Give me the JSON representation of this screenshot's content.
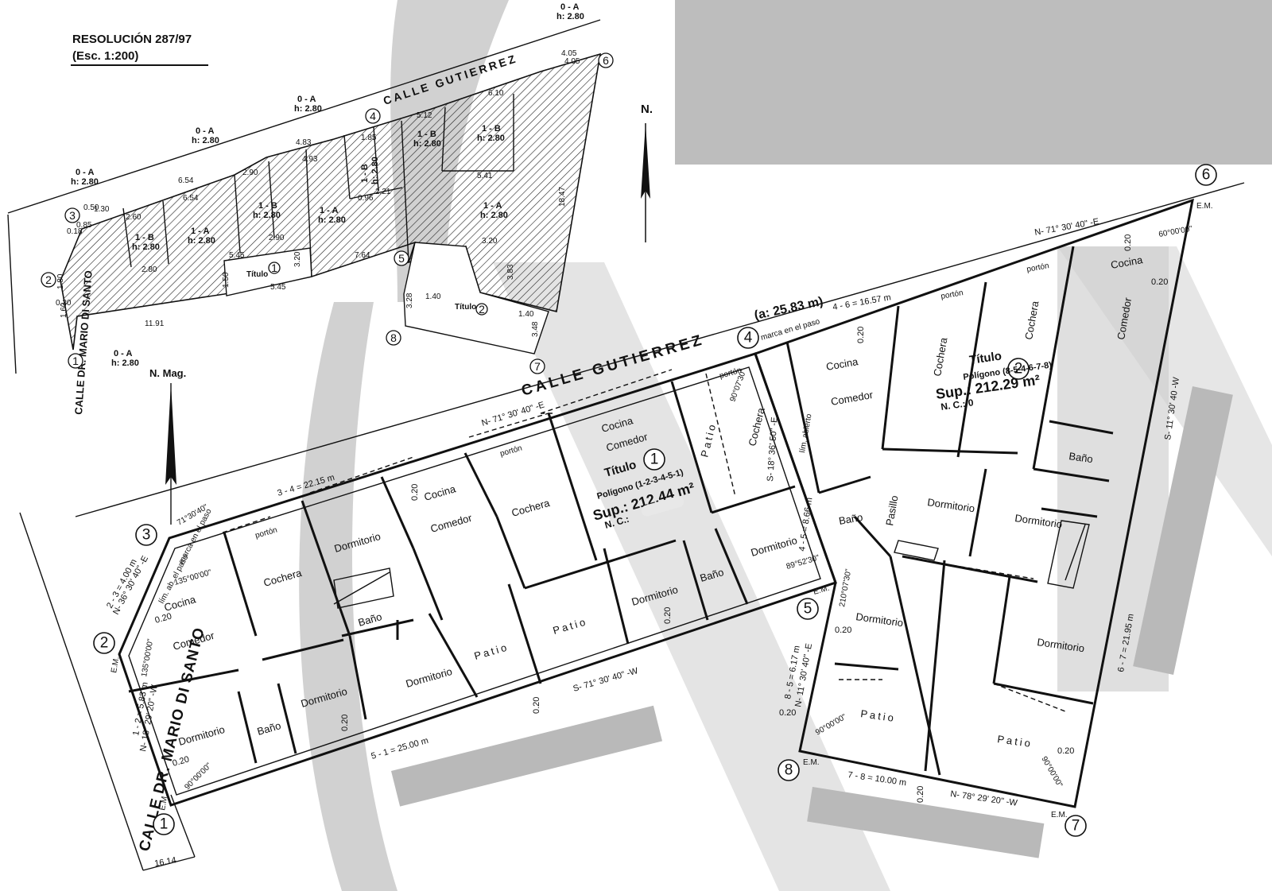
{
  "header": {
    "title": "RESOLUCIÓN  287/97",
    "scale": "(Esc. 1:200)"
  },
  "north": {
    "label": "N.",
    "mag_label": "N. Mag."
  },
  "streets": {
    "gutierrez": "CALLE   GUTIERREZ",
    "mario_di_santo": "CALLE DR. MARIO DI SANTO",
    "frontage": "(a: 25.83 m)"
  },
  "markers": [
    "1",
    "2",
    "3",
    "4",
    "5",
    "6",
    "7",
    "8"
  ],
  "small_plan": {
    "blocks": [
      {
        "label": "0 - A",
        "height": "h: 2.80"
      },
      {
        "label": "0 - A",
        "height": "h: 2.80"
      },
      {
        "label": "0 - A",
        "height": "h: 2.80"
      },
      {
        "label": "0 - A",
        "height": "h: 2.80"
      },
      {
        "label": "0 - A",
        "height": "h: 2.80"
      }
    ],
    "volumes": [
      {
        "label": "1 - B",
        "height": "h: 2.80"
      },
      {
        "label": "1 - A",
        "height": "h: 2.80"
      },
      {
        "label": "1 - B",
        "height": "h: 2.80"
      },
      {
        "label": "1 - A",
        "height": "h: 2.80"
      },
      {
        "label": "1 - B",
        "height": "h: 2.80"
      },
      {
        "label": "1 - B",
        "height": "h: 2.80"
      },
      {
        "label": "1 - B",
        "height": "h: 2.80"
      },
      {
        "label": "1 - A",
        "height": "h: 2.80"
      }
    ],
    "titulo1": "Título",
    "titulo2": "Título",
    "dims": [
      "6.54",
      "6.54",
      "2.60",
      "2.80",
      "4.93",
      "4.83",
      "3.20",
      "7.64",
      "5.45",
      "5.45",
      "11.91",
      "2.90",
      "2.90",
      "6.10",
      "5.41",
      "18.47",
      "3.20",
      "1.40",
      "1.40",
      "3.28",
      "3.48",
      "1.30",
      "0.50",
      "1.80",
      "0.30",
      "5.12",
      "2.21",
      "4.05",
      "4.05",
      "1.85",
      "0.96",
      "3.83",
      "1.50",
      "0.18",
      "0.85",
      "1.60"
    ]
  },
  "parcel1": {
    "title": "Título",
    "number": "1",
    "polygon": "Polígono (1-2-3-4-5-1)",
    "area": "Sup.: 212.44 m²",
    "nc": "N. C.:",
    "rooms": [
      "Cocina",
      "Comedor",
      "Cochera",
      "Dormitorio",
      "Baño",
      "Dormitorio",
      "Cocina",
      "Comedor",
      "Cochera",
      "Dormitorio",
      "Baño",
      "Dormitorio",
      "Patio",
      "Patio",
      "Patio",
      "Cocina",
      "Comedor",
      "Cochera",
      "Dormitorio",
      "Baño",
      "Dormitorio"
    ],
    "porton": [
      "portón",
      "portón",
      "portón"
    ],
    "bearings": {
      "n7130": "N- 71° 30' 40\" -E",
      "s7130": "S- 71° 30' 40\" -W",
      "s1836": "S- 18° 36' 50\" -E",
      "n3630": "N- 36° 30' 40\" -E",
      "n1829": "N- 18° 29' 20\" -W"
    },
    "dims": {
      "d34": "3 - 4 = 22.15 m",
      "d51": "5 - 1 = 25.00 m",
      "d45": "4 - 5 = 8.66 m",
      "d23": "2 - 3 = 4.00 m",
      "d12": "1 - 2 = 5.83 m",
      "w16": "16.14",
      "c020": "0.20"
    },
    "angles": [
      "135°00'00\"",
      "135°00'00\"",
      "90°00'00\"",
      "71°30'40\"",
      "89°52'30\"",
      "90°07'30\""
    ],
    "marca": "marca en el paso",
    "lim": "lím. ab. el paso",
    "lim2": "lím. abierto",
    "em": "E.M."
  },
  "parcel2": {
    "title": "Título",
    "number": "2",
    "polygon": "Polígono (8-5-4-6-7-8)",
    "area": "Sup.: 212.29 m²",
    "nc": "N. C.: 0",
    "rooms": [
      "Cocina",
      "Comedor",
      "Baño",
      "Pasillo",
      "Dormitorio",
      "Dormitorio",
      "Patio",
      "Cochera",
      "Cochera",
      "Cocina",
      "Comedor",
      "Baño",
      "Dormitorio",
      "Dormitorio",
      "Patio"
    ],
    "porton": [
      "portón",
      "portón"
    ],
    "bearings": {
      "n7130": "N- 71° 30' 40\" -E",
      "s1130": "S- 11° 30' 40 -W",
      "n7829": "N- 78° 29' 20\" -W",
      "n1130": "N- 11° 30' 40\" -E"
    },
    "dims": {
      "d46": "4 - 6 = 16.57 m",
      "d67": "6 - 7 = 21.95 m",
      "d78": "7 - 8 = 10.00 m",
      "d85": "8 - 5 = 6.17 m"
    },
    "angles": [
      "60°00'00\"",
      "210°07'30\"",
      "90°00'00\"",
      "90°00'00\""
    ]
  }
}
